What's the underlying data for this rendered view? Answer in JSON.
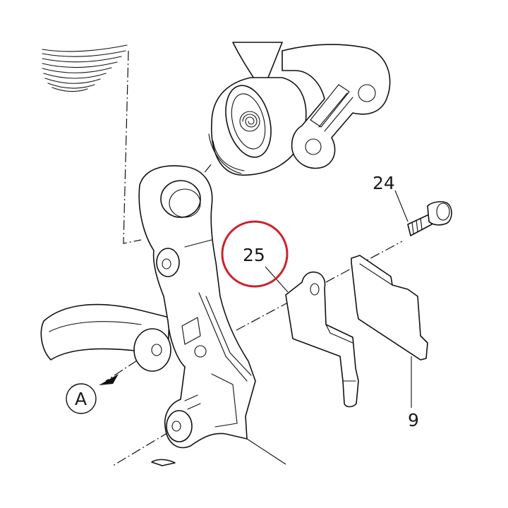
{
  "diagram": {
    "callouts": [
      {
        "id": "24",
        "label": "24"
      },
      {
        "id": "25",
        "label": "25"
      },
      {
        "id": "9",
        "label": "9"
      },
      {
        "id": "A",
        "label": "A"
      }
    ],
    "highlight": {
      "target": "25",
      "color": "#d0202a"
    }
  }
}
